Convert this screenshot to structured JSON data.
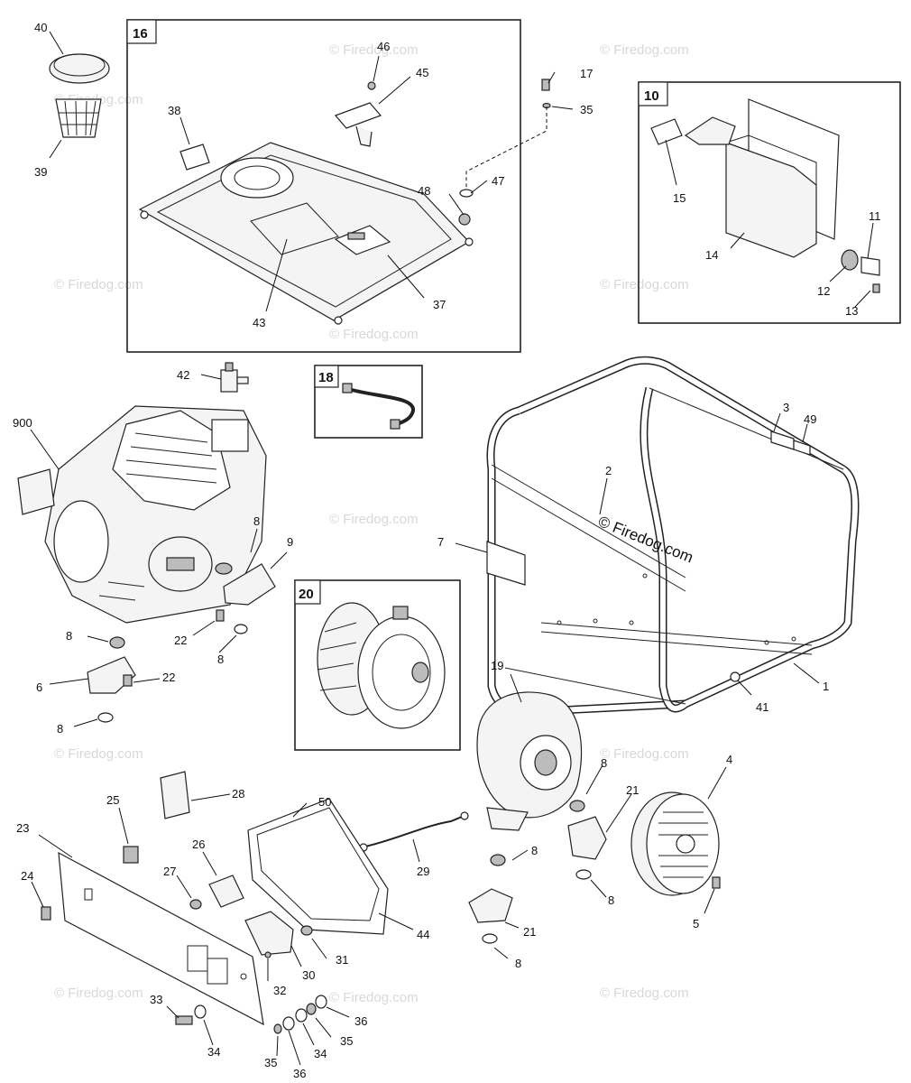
{
  "watermarks": {
    "faint": "© Firedog.com",
    "main": "© Firedog.com"
  },
  "boxes": {
    "tank": "16",
    "muffler": "10",
    "hose": "18",
    "alternator": "20"
  },
  "labels": {
    "n40": "40",
    "n39": "39",
    "n38": "38",
    "n46": "46",
    "n45": "45",
    "n48": "48",
    "n47": "47",
    "n43": "43",
    "n37": "37",
    "n17": "17",
    "n35a": "35",
    "n15": "15",
    "n14": "14",
    "n11": "11",
    "n12": "12",
    "n13": "13",
    "n42": "42",
    "n900": "900",
    "n3": "3",
    "n49": "49",
    "n2": "2",
    "n7": "7",
    "n8a": "8",
    "n9": "9",
    "n8b": "8",
    "n22a": "22",
    "n8c": "8",
    "n6": "6",
    "n22b": "22",
    "n8d": "8",
    "n19": "19",
    "n1": "1",
    "n41": "41",
    "n4": "4",
    "n8e": "8",
    "n21a": "21",
    "n28": "28",
    "n25": "25",
    "n50": "50",
    "n23": "23",
    "n26": "26",
    "n27": "27",
    "n24": "24",
    "n29": "29",
    "n8f": "8",
    "n8g": "8",
    "n21b": "21",
    "n5": "5",
    "n44": "44",
    "n31": "31",
    "n30": "30",
    "n32": "32",
    "n8h": "8",
    "n33": "33",
    "n34a": "34",
    "n36a": "36",
    "n35b": "35",
    "n34b": "34",
    "n35c": "35",
    "n36b": "36"
  }
}
